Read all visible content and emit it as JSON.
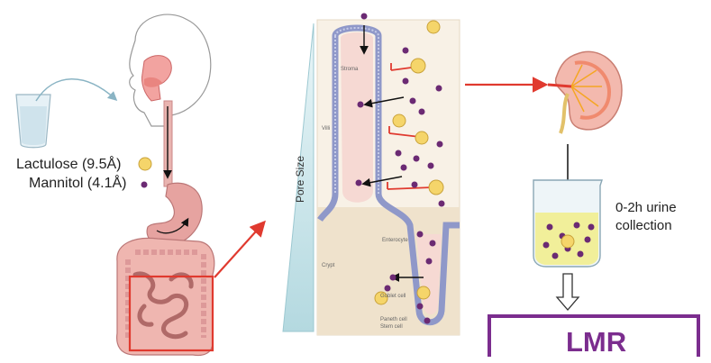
{
  "legend": {
    "lactulose": "Lactulose (9.5Å)",
    "mannitol": "Mannitol (4.1Å)"
  },
  "pore_axis_label": "Pore Size",
  "histology_labels": {
    "stroma": "Stroma",
    "villi": "Villi",
    "enterocyte": "Enterocyte",
    "crypt": "Crypt",
    "goblet": "Goblet cell",
    "paneth": "Paneth cell",
    "stem": "Stem cell"
  },
  "urine": {
    "line1": "0-2h urine",
    "line2": "collection"
  },
  "result": {
    "label": "LMR"
  },
  "colors": {
    "lactulose": "#f5d56a",
    "mannitol": "#6b2a73",
    "arrow_red": "#e03a2f",
    "lmr_purple": "#7b2d8e",
    "pore_wedge": "#bfe0e6",
    "urine": "#f1ef9a"
  }
}
